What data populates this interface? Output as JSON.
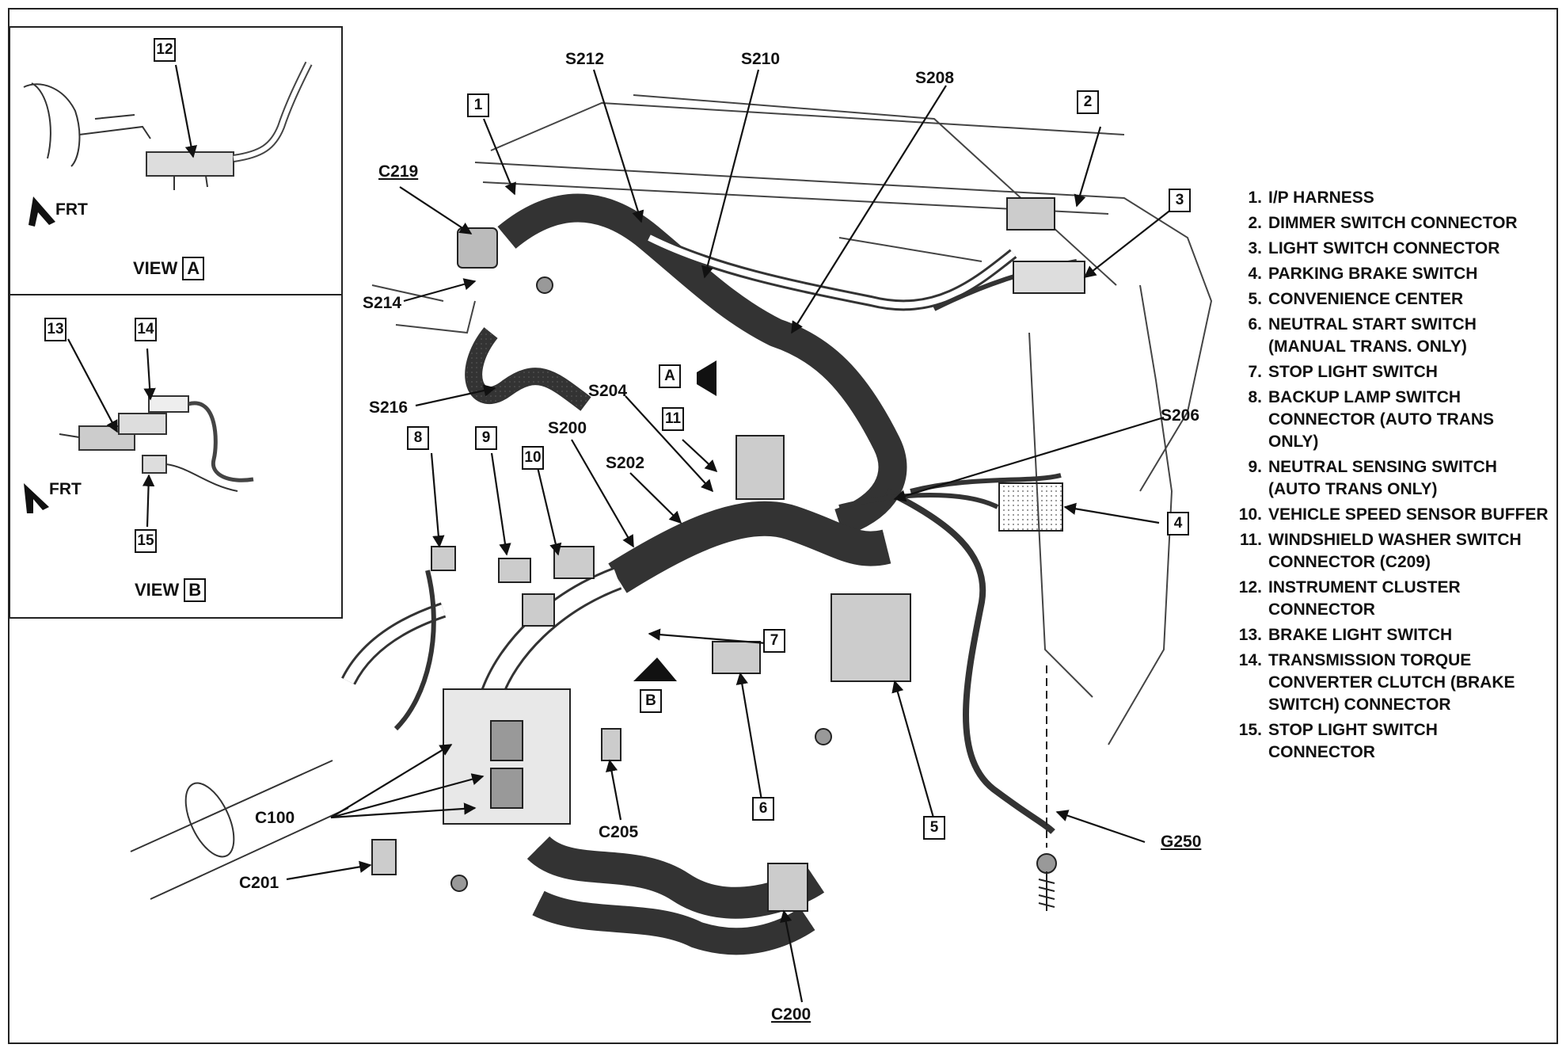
{
  "views": {
    "a": {
      "label": "VIEW",
      "letter": "A",
      "frt": "FRT",
      "callout": "12"
    },
    "b": {
      "label": "VIEW",
      "letter": "B",
      "frt": "FRT",
      "callout_13": "13",
      "callout_14": "14",
      "callout_15": "15"
    }
  },
  "main_callouts": [
    "1",
    "2",
    "3",
    "4",
    "5",
    "6",
    "7",
    "8",
    "9",
    "10",
    "11"
  ],
  "view_ref_labels": {
    "a": "A",
    "b": "B"
  },
  "splices": {
    "s212": "S212",
    "s210": "S210",
    "s208": "S208",
    "s214": "S214",
    "s216": "S216",
    "s204": "S204",
    "s206": "S206",
    "s200": "S200",
    "s202": "S202"
  },
  "connectors": {
    "c219": "C219",
    "c100": "C100",
    "c201": "C201",
    "c205": "C205",
    "c200": "C200",
    "g250": "G250"
  },
  "legend": [
    {
      "num": "1.",
      "text": "I/P HARNESS"
    },
    {
      "num": "2.",
      "text": "DIMMER SWITCH CONNECTOR"
    },
    {
      "num": "3.",
      "text": "LIGHT SWITCH CONNECTOR"
    },
    {
      "num": "4.",
      "text": "PARKING BRAKE SWITCH"
    },
    {
      "num": "5.",
      "text": "CONVENIENCE CENTER"
    },
    {
      "num": "6.",
      "text": "NEUTRAL START SWITCH (MANUAL TRANS. ONLY)"
    },
    {
      "num": "7.",
      "text": "STOP LIGHT SWITCH"
    },
    {
      "num": "8.",
      "text": "BACKUP LAMP SWITCH CONNECTOR (AUTO TRANS ONLY)"
    },
    {
      "num": "9.",
      "text": "NEUTRAL SENSING SWITCH (AUTO TRANS ONLY)"
    },
    {
      "num": "10.",
      "text": "VEHICLE SPEED SENSOR BUFFER"
    },
    {
      "num": "11.",
      "text": "WINDSHIELD WASHER SWITCH CONNECTOR (C209)"
    },
    {
      "num": "12.",
      "text": "INSTRUMENT CLUSTER CONNECTOR"
    },
    {
      "num": "13.",
      "text": "BRAKE LIGHT SWITCH"
    },
    {
      "num": "14.",
      "text": "TRANSMISSION TORQUE CONVERTER CLUTCH (BRAKE SWITCH) CONNECTOR"
    },
    {
      "num": "15.",
      "text": "STOP LIGHT SWITCH CONNECTOR"
    }
  ]
}
